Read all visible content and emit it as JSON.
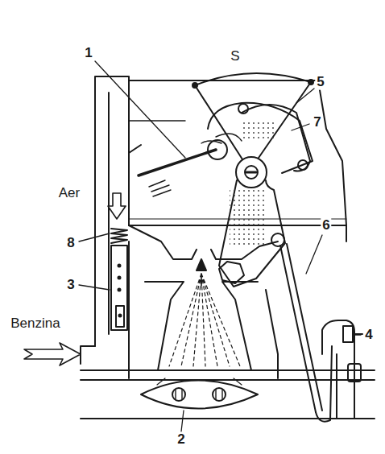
{
  "diagram": {
    "labels": [
      "S",
      "1",
      "5",
      "7",
      "Aer",
      "8",
      "6",
      "3",
      "4",
      "Benzina",
      "2"
    ]
  }
}
